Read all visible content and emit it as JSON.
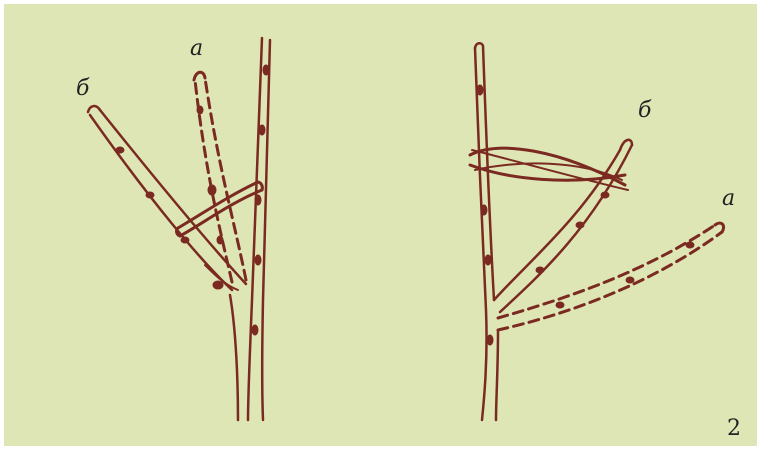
{
  "figure": {
    "number": "2",
    "background_color": "#dfe6b6",
    "ink_color": "#7a2a20"
  },
  "left_diagram": {
    "label_a": "а",
    "label_b": "б"
  },
  "right_diagram": {
    "label_a": "а",
    "label_b": "б"
  }
}
